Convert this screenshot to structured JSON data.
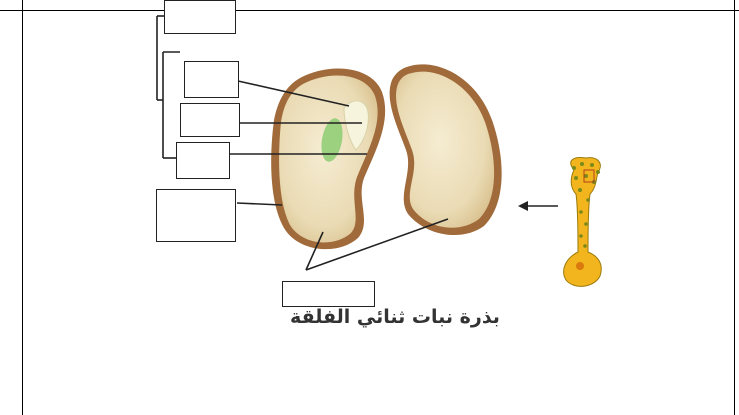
{
  "caption": "بذرة نبات ثنائي الفلقة",
  "label_boxes": [
    {
      "id": "box-top",
      "value": ""
    },
    {
      "id": "box-plumule",
      "value": ""
    },
    {
      "id": "box-embryo",
      "value": ""
    },
    {
      "id": "box-radicle",
      "value": ""
    },
    {
      "id": "box-seed-coat",
      "value": ""
    },
    {
      "id": "box-cotyledons",
      "value": ""
    }
  ],
  "colors": {
    "seed_coat": "#9a6638",
    "cotyledon": "#efe3c2",
    "embryo_green": "#7fc46a",
    "pollen_yellow": "#f3b51d"
  }
}
